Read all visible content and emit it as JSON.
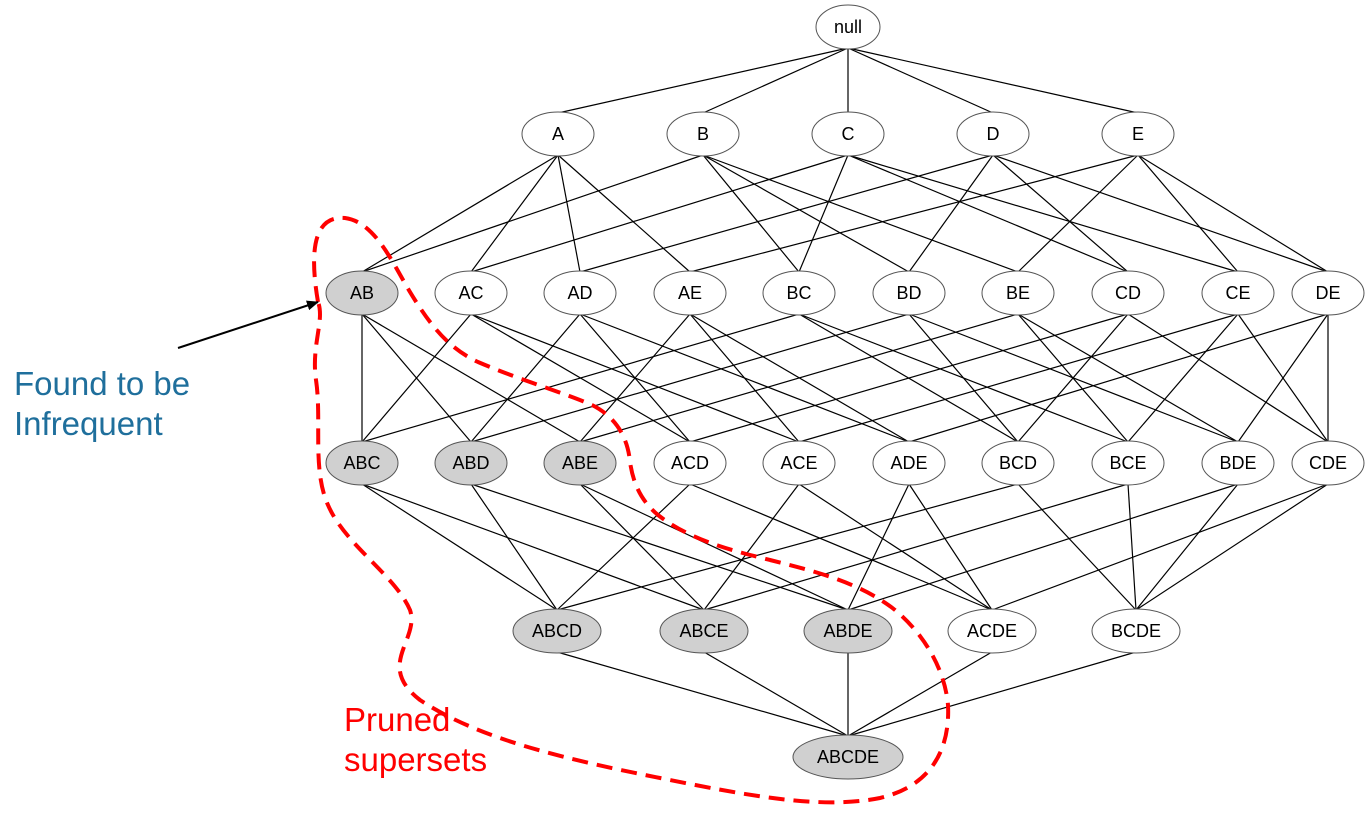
{
  "colors": {
    "edge": "#000000",
    "node_fill": "#ffffff",
    "pruned_fill": "#d0d0d0",
    "node_stroke": "#555555",
    "pruned_boundary": "#ff0000",
    "found_label": "#1f6f9c",
    "pruned_label": "#ff0000",
    "arrow": "#000000"
  },
  "lattice": {
    "levels": [
      [
        "null"
      ],
      [
        "A",
        "B",
        "C",
        "D",
        "E"
      ],
      [
        "AB",
        "AC",
        "AD",
        "AE",
        "BC",
        "BD",
        "BE",
        "CD",
        "CE",
        "DE"
      ],
      [
        "ABC",
        "ABD",
        "ABE",
        "ACD",
        "ACE",
        "ADE",
        "BCD",
        "BCE",
        "BDE",
        "CDE"
      ],
      [
        "ABCD",
        "ABCE",
        "ABDE",
        "ACDE",
        "BCDE"
      ],
      [
        "ABCDE"
      ]
    ],
    "pruned": [
      "AB",
      "ABC",
      "ABD",
      "ABE",
      "ABCD",
      "ABCE",
      "ABDE",
      "ABCDE"
    ]
  },
  "annotations": {
    "found": [
      "Found to be",
      "Infrequent"
    ],
    "pruned": [
      "Pruned",
      "supersets"
    ]
  }
}
